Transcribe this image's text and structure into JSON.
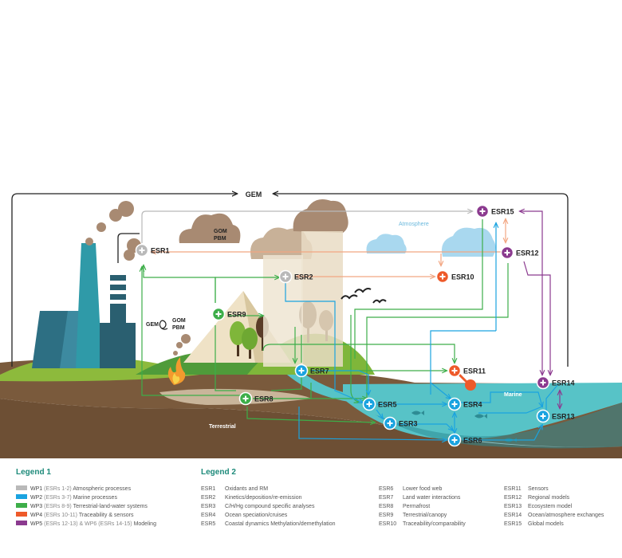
{
  "colors": {
    "wp1": "#b9b9b9",
    "wp2": "#1aa3e0",
    "wp3": "#3dae49",
    "wp4": "#ee5a2a",
    "wp5": "#8b3a8f",
    "ground": "#7a5a3c",
    "grass": "#8dba3c",
    "water": "#57c3c7",
    "smoke": "#a88a72",
    "legend_title": "#1d8a7a"
  },
  "diagram": {
    "gem_top": "GEM",
    "gom_pbm": [
      "GOM",
      "PBM"
    ],
    "cycle": {
      "gem": "GEM",
      "gom": "GOM",
      "pbm": "PBM"
    },
    "atmosphere": "Atmosphere",
    "marine": "Marine",
    "terrestrial": "Terrestrial",
    "nodes": [
      {
        "id": "ESR1",
        "label": "ESR1",
        "wp": "wp1"
      },
      {
        "id": "ESR2",
        "label": "ESR2",
        "wp": "wp1"
      },
      {
        "id": "ESR4",
        "label": "ESR4",
        "wp": "wp2"
      },
      {
        "id": "ESR5",
        "label": "ESR5",
        "wp": "wp2"
      },
      {
        "id": "ESR6",
        "label": "ESR6",
        "wp": "wp2"
      },
      {
        "id": "ESR3",
        "label": "ESR3",
        "wp": "wp2"
      },
      {
        "id": "ESR7",
        "label": "ESR7",
        "wp": "wp2"
      },
      {
        "id": "ESR8",
        "label": "ESR8",
        "wp": "wp3"
      },
      {
        "id": "ESR9",
        "label": "ESR9",
        "wp": "wp3"
      },
      {
        "id": "ESR10",
        "label": "ESR10",
        "wp": "wp4"
      },
      {
        "id": "ESR11",
        "label": "ESR11",
        "wp": "wp4"
      },
      {
        "id": "ESR12",
        "label": "ESR12",
        "wp": "wp5"
      },
      {
        "id": "ESR13",
        "label": "ESR13",
        "wp": "wp2"
      },
      {
        "id": "ESR14",
        "label": "ESR14",
        "wp": "wp5"
      },
      {
        "id": "ESR15",
        "label": "ESR15",
        "wp": "wp5"
      }
    ]
  },
  "legend1": {
    "title": "Legend 1",
    "items": [
      {
        "wp": "WP1",
        "range": "(ESRs 1-2)",
        "desc": "Atmospheric processes",
        "color_key": "wp1"
      },
      {
        "wp": "WP2",
        "range": "(ESRs 3-7)",
        "desc": "Marine processes",
        "color_key": "wp2"
      },
      {
        "wp": "WP3",
        "range": "(ESRs 8-9)",
        "desc": "Terrestrial-land-water systems",
        "color_key": "wp3"
      },
      {
        "wp": "WP4",
        "range": "(ESRs 10-11)",
        "desc": "Traceability & sensors",
        "color_key": "wp4"
      },
      {
        "wp": "WP5",
        "range": "(ESRs 12-13) & WP6 (ESRs 14-15)",
        "desc": "Modeling",
        "color_key": "wp5"
      }
    ]
  },
  "legend2": {
    "title": "Legend 2",
    "columns": [
      [
        {
          "code": "ESR1",
          "desc": "Oxidants and RM"
        },
        {
          "code": "ESR2",
          "desc": "Kinetics/deposition/re-emission"
        },
        {
          "code": "ESR3",
          "desc": "C/H/Hg compound specific analyses"
        },
        {
          "code": "ESR4",
          "desc": "Ocean speciation/cruises"
        },
        {
          "code": "ESR5",
          "desc": "Coastal dynamics Methylation/demethylation"
        }
      ],
      [
        {
          "code": "ESR6",
          "desc": "Lower food web"
        },
        {
          "code": "ESR7",
          "desc": "Land water interactions"
        },
        {
          "code": "ESR8",
          "desc": "Permafrost"
        },
        {
          "code": "ESR9",
          "desc": "Terrestrial/canopy"
        },
        {
          "code": "ESR10",
          "desc": "Traceability/comparability"
        }
      ],
      [
        {
          "code": "ESR11",
          "desc": "Sensors"
        },
        {
          "code": "ESR12",
          "desc": "Regional models"
        },
        {
          "code": "ESR13",
          "desc": "Ecosystem model"
        },
        {
          "code": "ESR14",
          "desc": "Ocean/atmosphere exchanges"
        },
        {
          "code": "ESR15",
          "desc": "Global models"
        }
      ]
    ]
  }
}
